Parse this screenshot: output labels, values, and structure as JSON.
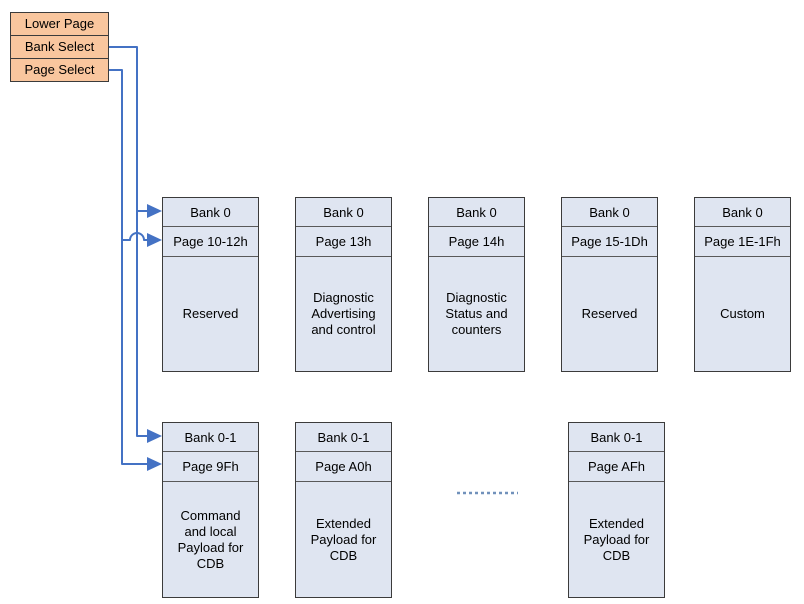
{
  "colors": {
    "selector-fill": "#f9c69e",
    "selector-border": "#3b3b3b",
    "box-fill": "#dfe5f1",
    "box-border": "#3b3b3b",
    "divider": "#595959",
    "connector-line": "#4472c4",
    "dotted-line": "#7191bb"
  },
  "selector": {
    "items": [
      {
        "label": "Lower Page"
      },
      {
        "label": "Bank Select"
      },
      {
        "label": "Page Select"
      }
    ]
  },
  "upper_row": {
    "boxes": [
      {
        "bank": "Bank 0",
        "page": "Page 10-12h",
        "desc": "Reserved"
      },
      {
        "bank": "Bank 0",
        "page": "Page 13h",
        "desc": "Diagnostic\nAdvertising\nand control"
      },
      {
        "bank": "Bank 0",
        "page": "Page 14h",
        "desc": "Diagnostic\nStatus and\ncounters"
      },
      {
        "bank": "Bank 0",
        "page": "Page 15-1Dh",
        "desc": "Reserved"
      },
      {
        "bank": "Bank 0",
        "page": "Page 1E-1Fh",
        "desc": "Custom"
      }
    ]
  },
  "lower_row": {
    "boxes": [
      {
        "bank": "Bank 0-1",
        "page": "Page 9Fh",
        "desc": "Command\nand local\nPayload for\nCDB"
      },
      {
        "bank": "Bank 0-1",
        "page": "Page A0h",
        "desc": "Extended\nPayload for\nCDB"
      },
      {
        "bank": "Bank 0-1",
        "page": "Page AFh",
        "desc": "Extended\nPayload for\nCDB"
      }
    ]
  },
  "icons": {
    "arrowhead": "right-pointing-triangle",
    "ellipsis": "dashed-line-continuation"
  }
}
